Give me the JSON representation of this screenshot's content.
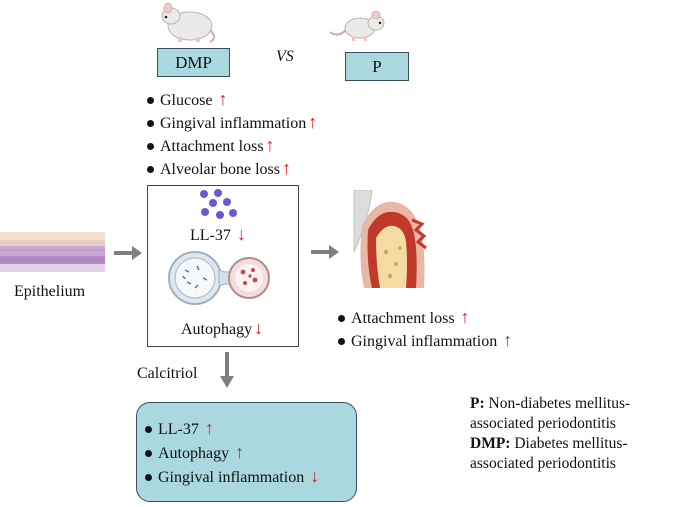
{
  "groups": {
    "left_label": "DMP",
    "vs_label": "VS",
    "right_label": "P"
  },
  "dmp_findings": [
    {
      "text": "Glucose",
      "arrow": "↑"
    },
    {
      "text": "Gingival inflammation",
      "arrow": "↑"
    },
    {
      "text": "Attachment loss",
      "arrow": "↑"
    },
    {
      "text": "Alveolar bone loss",
      "arrow": "↑"
    }
  ],
  "center_box": {
    "ll37": "LL-37",
    "ll37_arrow": "↓",
    "autophagy": "Autophagy",
    "autophagy_arrow": "↓"
  },
  "epithelium_label": "Epithelium",
  "periodontal_findings": [
    {
      "text": "Attachment  loss",
      "arrow": "↑"
    },
    {
      "text": "Gingival inflammation",
      "arrow": "↑"
    }
  ],
  "treatment_label": "Calcitriol",
  "treatment_results": [
    {
      "text": "LL-37",
      "arrow": "↑"
    },
    {
      "text": "Autophagy",
      "arrow": "↑"
    },
    {
      "text": "Gingival inflammation",
      "arrow": "↓"
    }
  ],
  "legend": {
    "p_key": "P:",
    "p_line1": " Non-diabetes mellitus-",
    "p_line2": "associated periodontitis",
    "dmp_key": "DMP:",
    "dmp_line1": " Diabetes mellitus-",
    "dmp_line2": "associated periodontitis"
  },
  "colors": {
    "box_fill": "#a9d9de",
    "arrow_red": "#d31f1f",
    "arrow_gray": "#7f7f7f",
    "dot_purple": "#6a5acd"
  }
}
